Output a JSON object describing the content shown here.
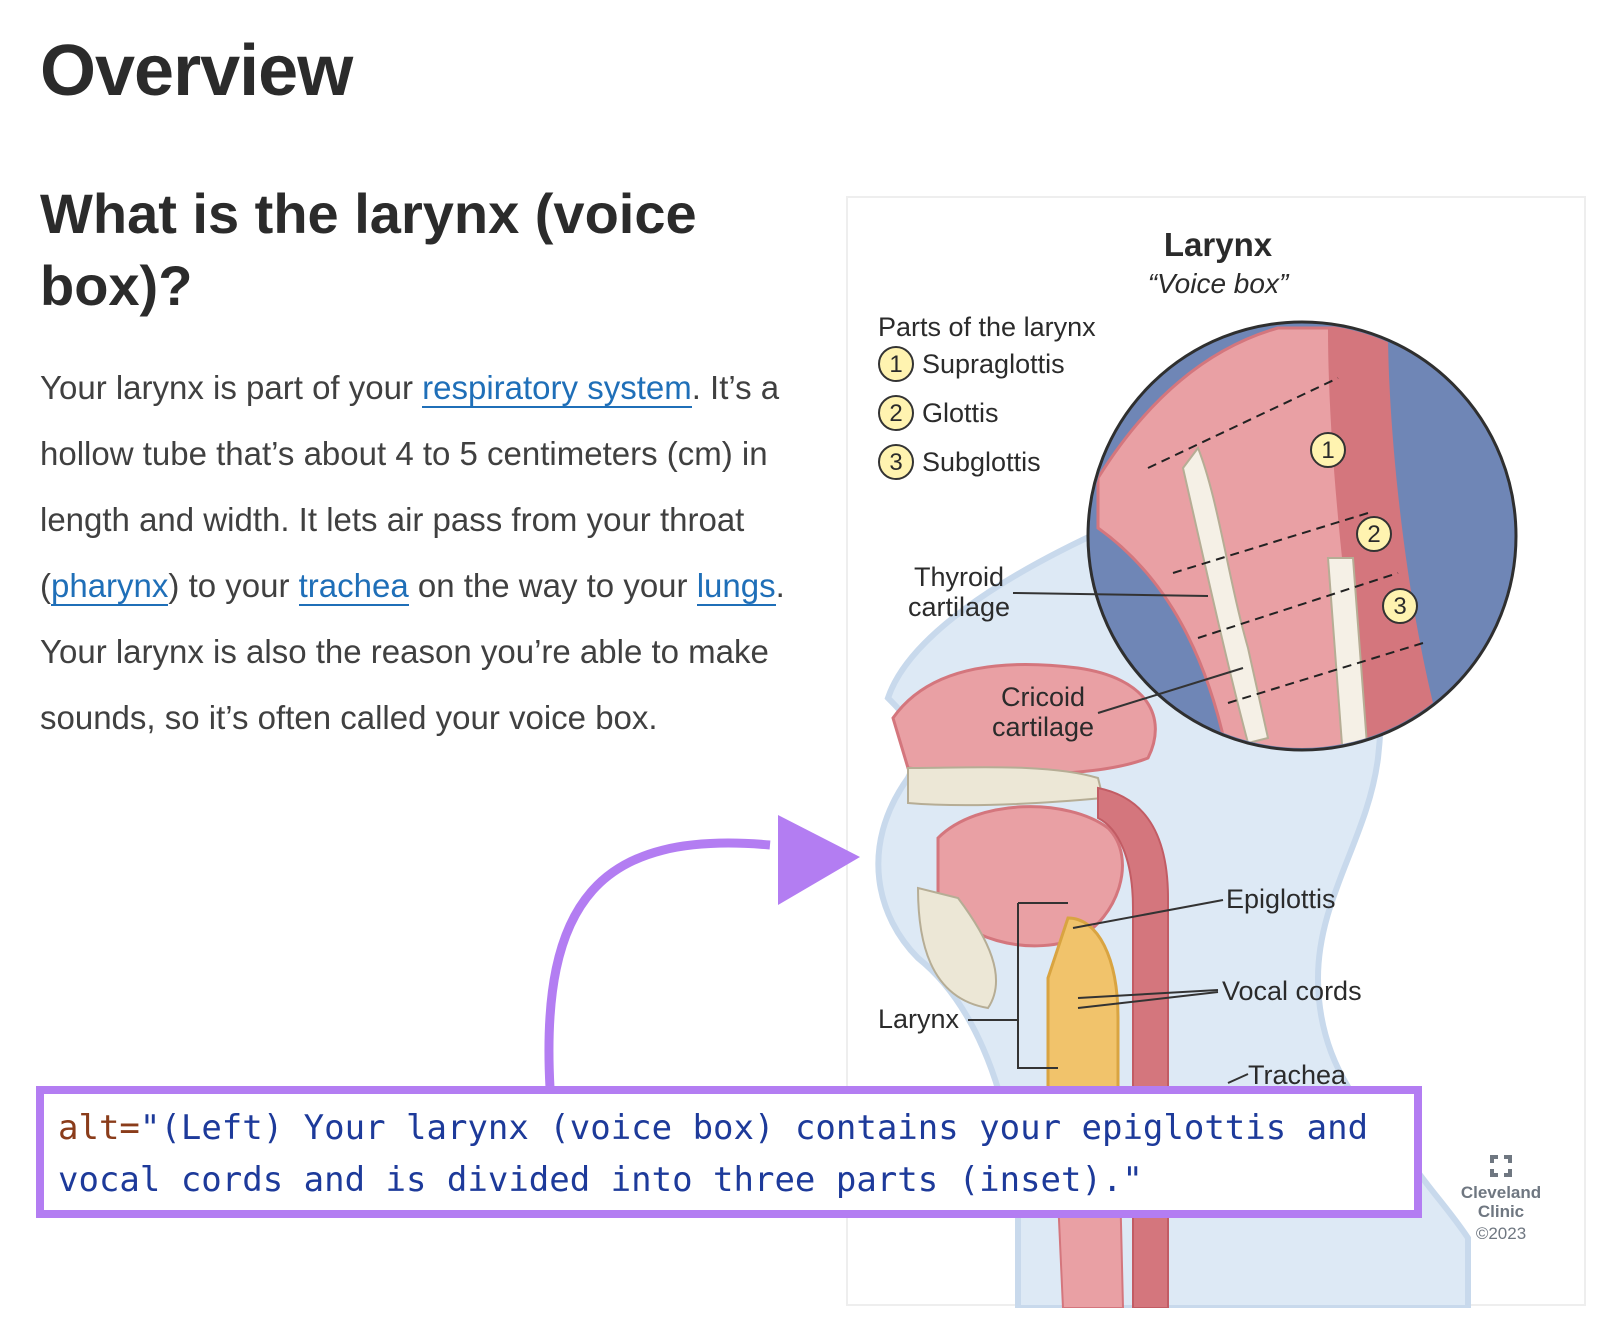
{
  "page": {
    "heading": "Overview",
    "subheading": "What is the larynx (voice box)?",
    "paragraph": [
      {
        "text": "Your larynx is part of your "
      },
      {
        "link": "respiratory system"
      },
      {
        "text": ". It’s a hollow tube that’s about 4 to 5 centimeters (cm) in length and width. It lets air pass from your throat ("
      },
      {
        "link": "pharynx"
      },
      {
        "text": ") to your "
      },
      {
        "link": "trachea"
      },
      {
        "text": " on the way to your "
      },
      {
        "link": "lungs"
      },
      {
        "text": ". Your larynx is also the reason you’re able to make sounds, so it’s often called your voice box."
      }
    ]
  },
  "figure": {
    "title": "Larynx",
    "subtitle": "“Voice box”",
    "parts_heading": "Parts of the larynx",
    "parts": [
      {
        "num": "1",
        "label": "Supraglottis"
      },
      {
        "num": "2",
        "label": "Glottis"
      },
      {
        "num": "3",
        "label": "Subglottis"
      }
    ],
    "labels": {
      "thyroid": "Thyroid cartilage",
      "thyroid_1": "Thyroid",
      "thyroid_2": "cartilage",
      "cricoid_1": "Cricoid",
      "cricoid_2": "cartilage",
      "epiglottis": "Epiglottis",
      "vocal_cords": "Vocal cords",
      "larynx": "Larynx",
      "trachea": "Trachea"
    },
    "credit": {
      "name_1": "Cleveland",
      "name_2": "Clinic",
      "copyright": "©2023"
    },
    "colors": {
      "tissue": "#e9a0a4",
      "tissue_dark": "#d4767d",
      "skin_outline": "#c8d9ec",
      "skin_fill": "#dde9f5",
      "inset_bg": "#6f86b6",
      "cartilage": "#f1c36b",
      "bone": "#ece7d6",
      "badge": "#fff3b0"
    }
  },
  "alt_box": {
    "attr": "alt",
    "equals": "=",
    "value": "\"(Left) Your larynx (voice box) contains your epiglottis and vocal cords and is divided into three parts (inset).\"",
    "border_color": "#b37df2"
  }
}
